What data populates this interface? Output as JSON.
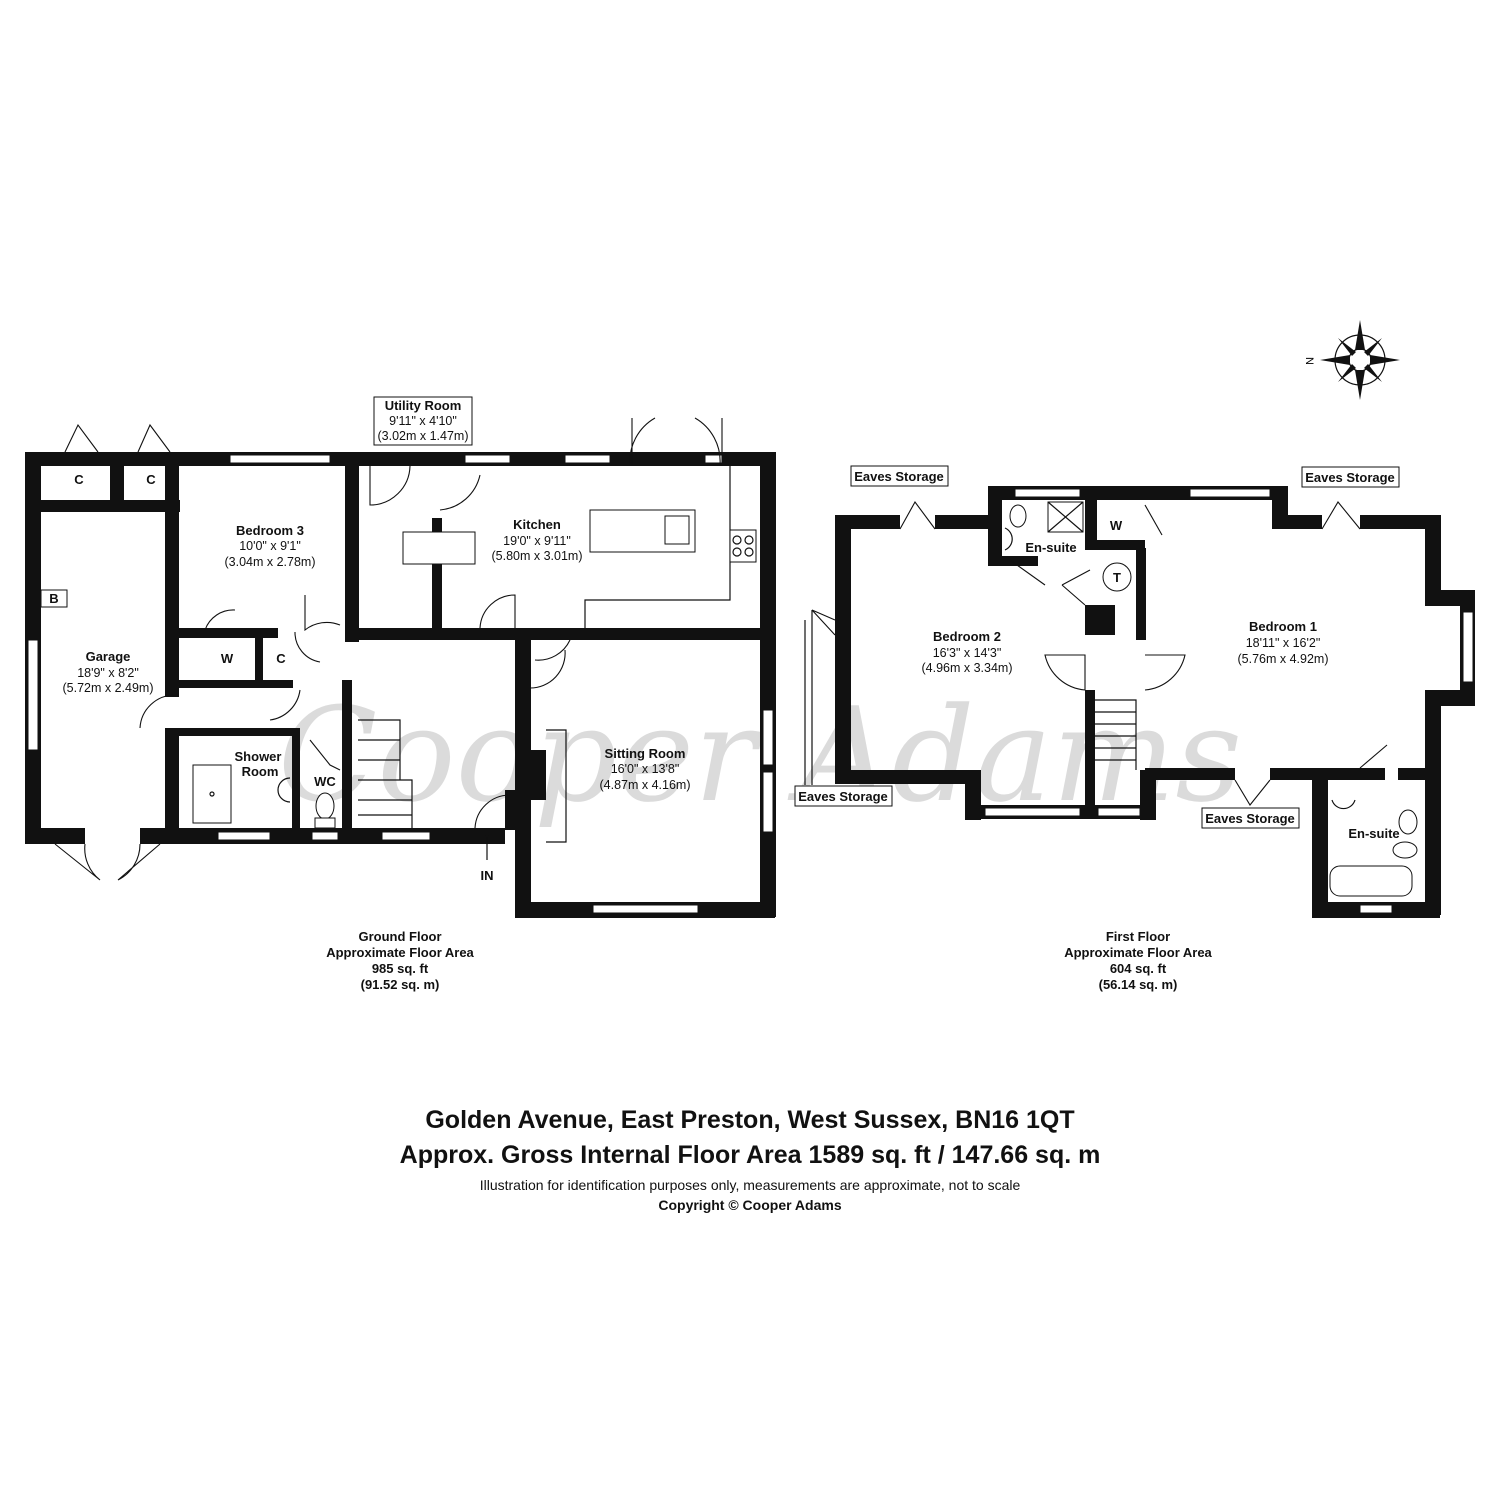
{
  "ground_floor": {
    "rooms": {
      "utility": {
        "name": "Utility Room",
        "imperial": "9'11\" x 4'10\"",
        "metric": "(3.02m x 1.47m)"
      },
      "bedroom3": {
        "name": "Bedroom 3",
        "imperial": "10'0\" x 9'1\"",
        "metric": "(3.04m x 2.78m)"
      },
      "kitchen": {
        "name": "Kitchen",
        "imperial": "19'0\" x 9'11\"",
        "metric": "(5.80m x 3.01m)"
      },
      "garage": {
        "name": "Garage",
        "imperial": "18'9\" x 8'2\"",
        "metric": "(5.72m x 2.49m)"
      },
      "sitting": {
        "name": "Sitting Room",
        "imperial": "16'0\" x 13'8\"",
        "metric": "(4.87m x 4.16m)"
      },
      "shower_line1": "Shower",
      "shower_line2": "Room",
      "wc": "WC"
    },
    "labels": {
      "cupboard": "C",
      "boiler": "B",
      "wardrobe": "W",
      "entrance": "IN"
    },
    "area": {
      "title": "Ground Floor",
      "caption": "Approximate Floor Area",
      "sqft": "985 sq. ft",
      "sqm": "(91.52 sq. m)"
    }
  },
  "first_floor": {
    "rooms": {
      "bedroom2": {
        "name": "Bedroom 2",
        "imperial": "16'3\" x 14'3\"",
        "metric": "(4.96m x 3.34m)"
      },
      "bedroom1": {
        "name": "Bedroom 1",
        "imperial": "18'11\" x 16'2\"",
        "metric": "(5.76m x 4.92m)"
      },
      "ensuite": "En-suite"
    },
    "labels": {
      "eaves": "Eaves Storage",
      "wardrobe": "W",
      "tank": "T"
    },
    "area": {
      "title": "First Floor",
      "caption": "Approximate Floor Area",
      "sqft": "604 sq. ft",
      "sqm": "(56.14 sq. m)"
    }
  },
  "compass": {
    "north": "N"
  },
  "watermark": "Cooper Adams",
  "footer": {
    "address": "Golden Avenue, East Preston, West Sussex, BN16 1QT",
    "gross_area": "Approx. Gross Internal Floor Area 1589 sq. ft / 147.66 sq. m",
    "disclaimer": "Illustration for identification purposes only, measurements are approximate, not to scale",
    "copyright": "Copyright © Cooper Adams"
  }
}
